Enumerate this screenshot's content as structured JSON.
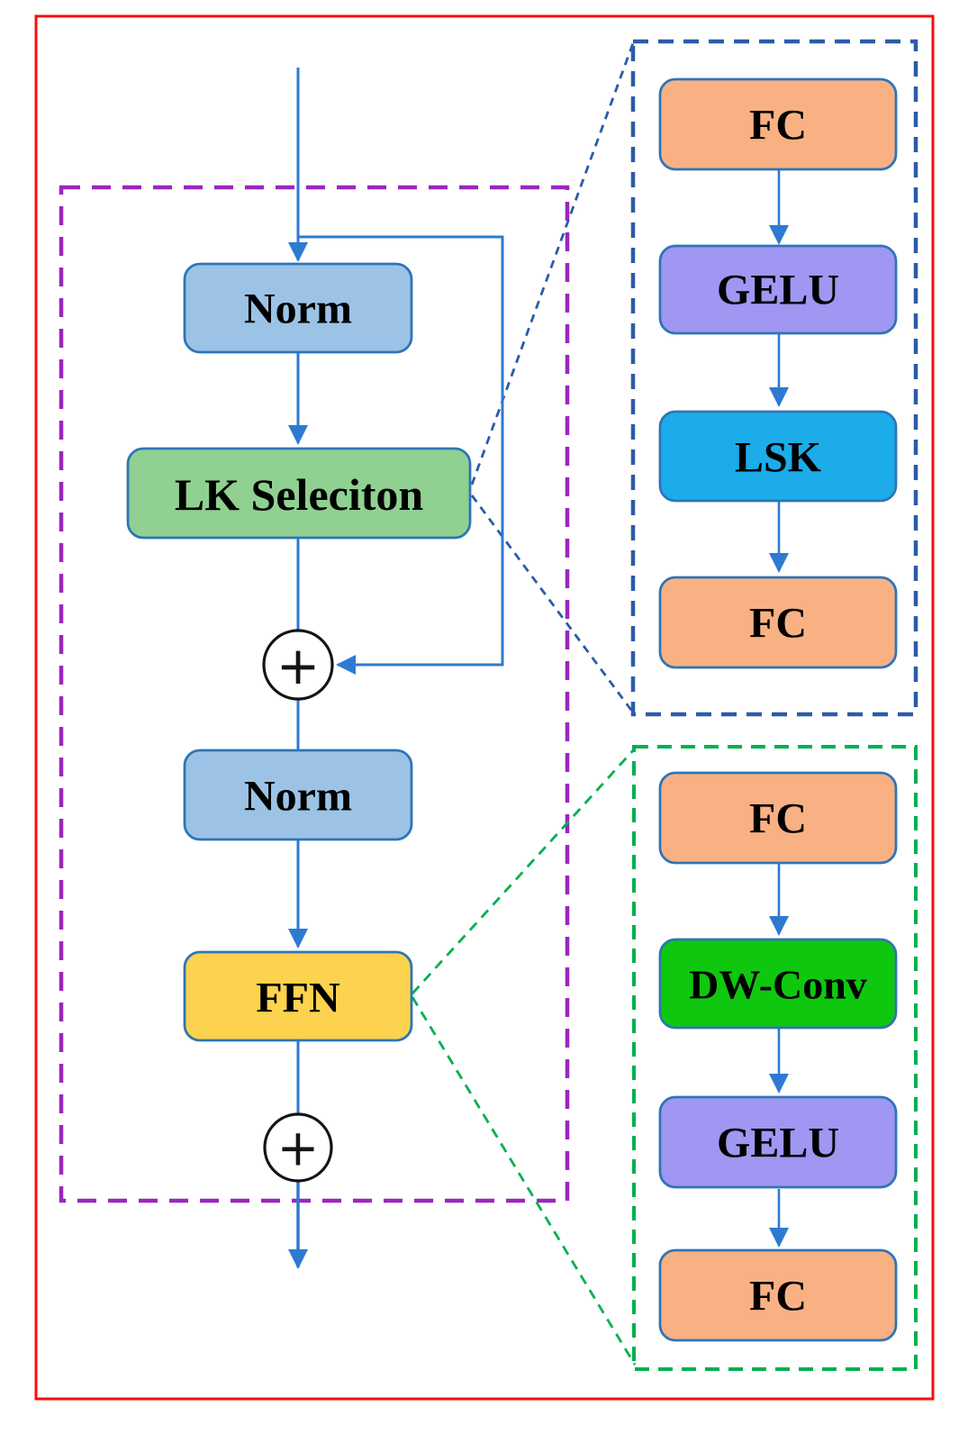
{
  "diagram": {
    "title": "LSK transformer block architecture diagram",
    "main_block": {
      "norm1": "Norm",
      "lk_selection": "LK Seleciton",
      "norm2": "Norm",
      "ffn": "FFN",
      "add_symbol_1": "+",
      "add_symbol_2": "+"
    },
    "lsk_detail": {
      "fc_in": "FC",
      "gelu": "GELU",
      "lsk": "LSK",
      "fc_out": "FC"
    },
    "ffn_detail": {
      "fc_in": "FC",
      "dwconv": "DW-Conv",
      "gelu": "GELU",
      "fc_out": "FC"
    }
  },
  "colors": {
    "frame_red": "#FB0D0D",
    "block_outline_purple": "#9B26BE",
    "lsk_outline_blue": "#2A5CA8",
    "ffn_outline_green": "#00B050",
    "arrow_blue": "#2E7AD1",
    "box_border_blue": "#2E75B6",
    "norm_fill": "#9CC3E6",
    "lk_fill": "#90D192",
    "ffn_fill": "#FCD24E",
    "fc_fill": "#F9B183",
    "gelu_fill": "#9F97F2",
    "lsk_fill": "#1CACE9",
    "dwconv_fill": "#0FC70F",
    "circle_fill": "#FFFFFF",
    "circle_stroke": "#141414",
    "text": "#000000"
  }
}
